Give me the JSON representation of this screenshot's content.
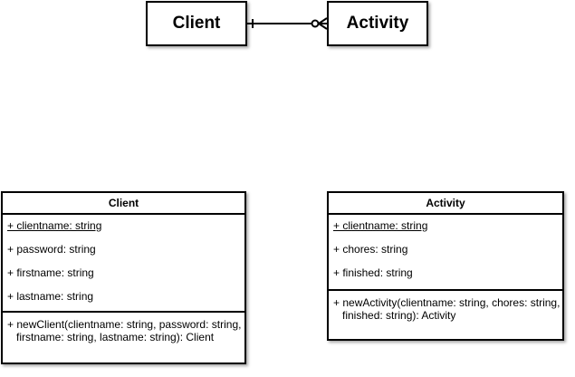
{
  "er_diagram": {
    "client_label": "Client",
    "activity_label": "Activity",
    "relationship": {
      "client_end": "one (mandatory)",
      "activity_end": "zero or many"
    }
  },
  "uml_client": {
    "title": "Client",
    "attributes": [
      "+ clientname: string",
      "+ password: string",
      "+ firstname: string",
      "+ lastname: string"
    ],
    "operation_lines": [
      "+ newClient(clientname: string, password: string,",
      "firstname: string, lastname: string): Client"
    ]
  },
  "uml_activity": {
    "title": "Activity",
    "attributes": [
      "+ clientname: string",
      "+ chores: string",
      "+ finished: string"
    ],
    "operation_lines": [
      "+ newActivity(clientname: string, chores: string,",
      "finished: string): Activity"
    ]
  },
  "colors": {
    "stroke": "#000000",
    "background": "#ffffff"
  }
}
